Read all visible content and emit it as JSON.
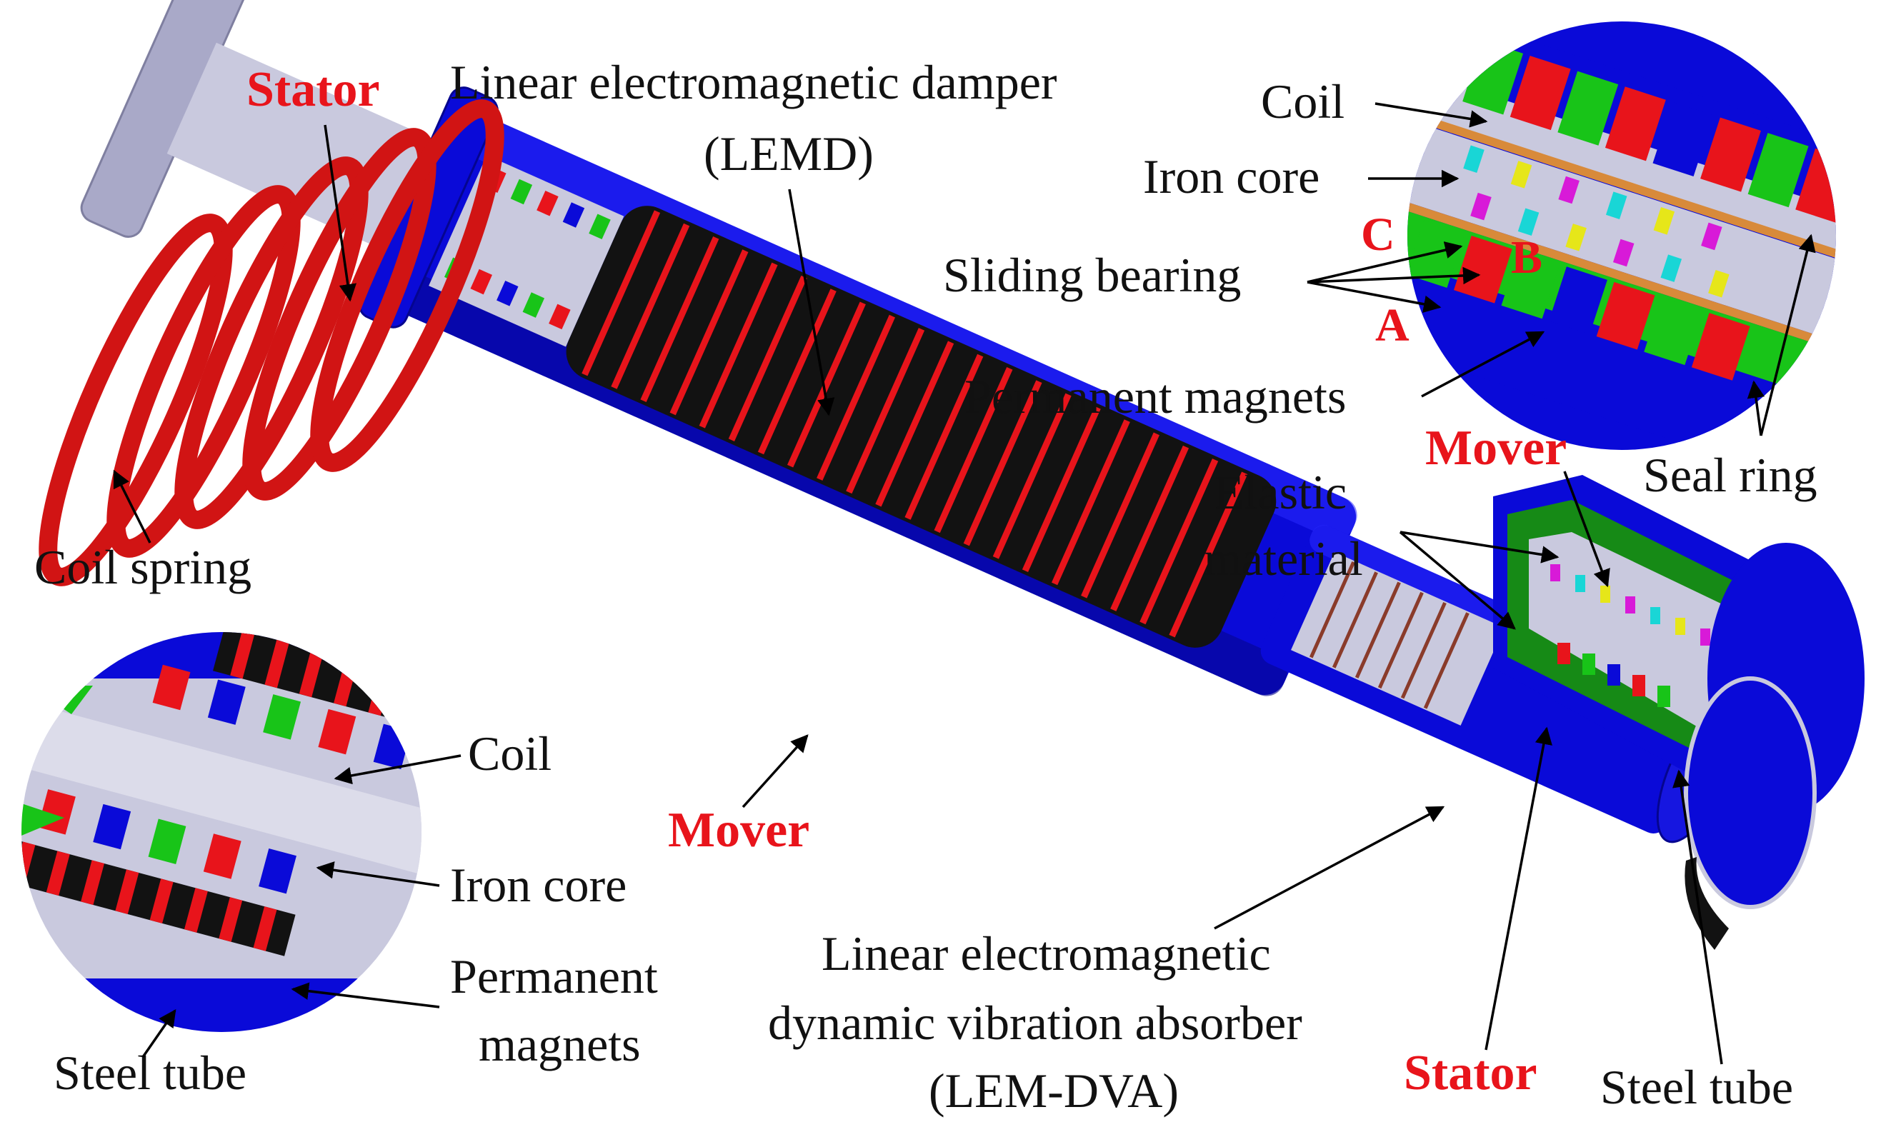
{
  "colors": {
    "steel_blue": "#0a0ad8",
    "steel_blue_dark": "#05058f",
    "coil_red": "#e8141b",
    "coil_black": "#121212",
    "iron_core": "#c9c9de",
    "magnet_green": "#18c418",
    "magnet_yellow": "#e6e619",
    "magnet_magenta": "#d81ad8",
    "magnet_cyan": "#19d6d6",
    "bearing_orange": "#d88a3a",
    "spring_red": "#d11414"
  },
  "labels": {
    "stator_top": "Stator",
    "lemd_line1": "Linear electromagnetic damper",
    "lemd_line2": "(LEMD)",
    "coil_spring": "Coil spring",
    "mover_center": "Mover",
    "lem_dva_line1": "Linear electromagnetic",
    "lem_dva_line2": "dynamic vibration absorber",
    "lem_dva_line3": "(LEM-DVA)",
    "stator_bottom": "Stator",
    "steel_tube_right": "Steel tube",
    "mover_right": "Mover",
    "elastic_line1": "Elastic",
    "elastic_line2": "material"
  },
  "inset_top_right": {
    "coil": "Coil",
    "iron_core": "Iron core",
    "point_c": "C",
    "point_b": "B",
    "point_a": "A",
    "sliding_bearing": "Sliding bearing",
    "permanent_magnets": "Permanent magnets",
    "seal_ring": "Seal ring"
  },
  "inset_bottom_left": {
    "coil": "Coil",
    "iron_core": "Iron core",
    "permanent_magnets_line1": "Permanent",
    "permanent_magnets_line2": "magnets",
    "steel_tube": "Steel tube"
  }
}
